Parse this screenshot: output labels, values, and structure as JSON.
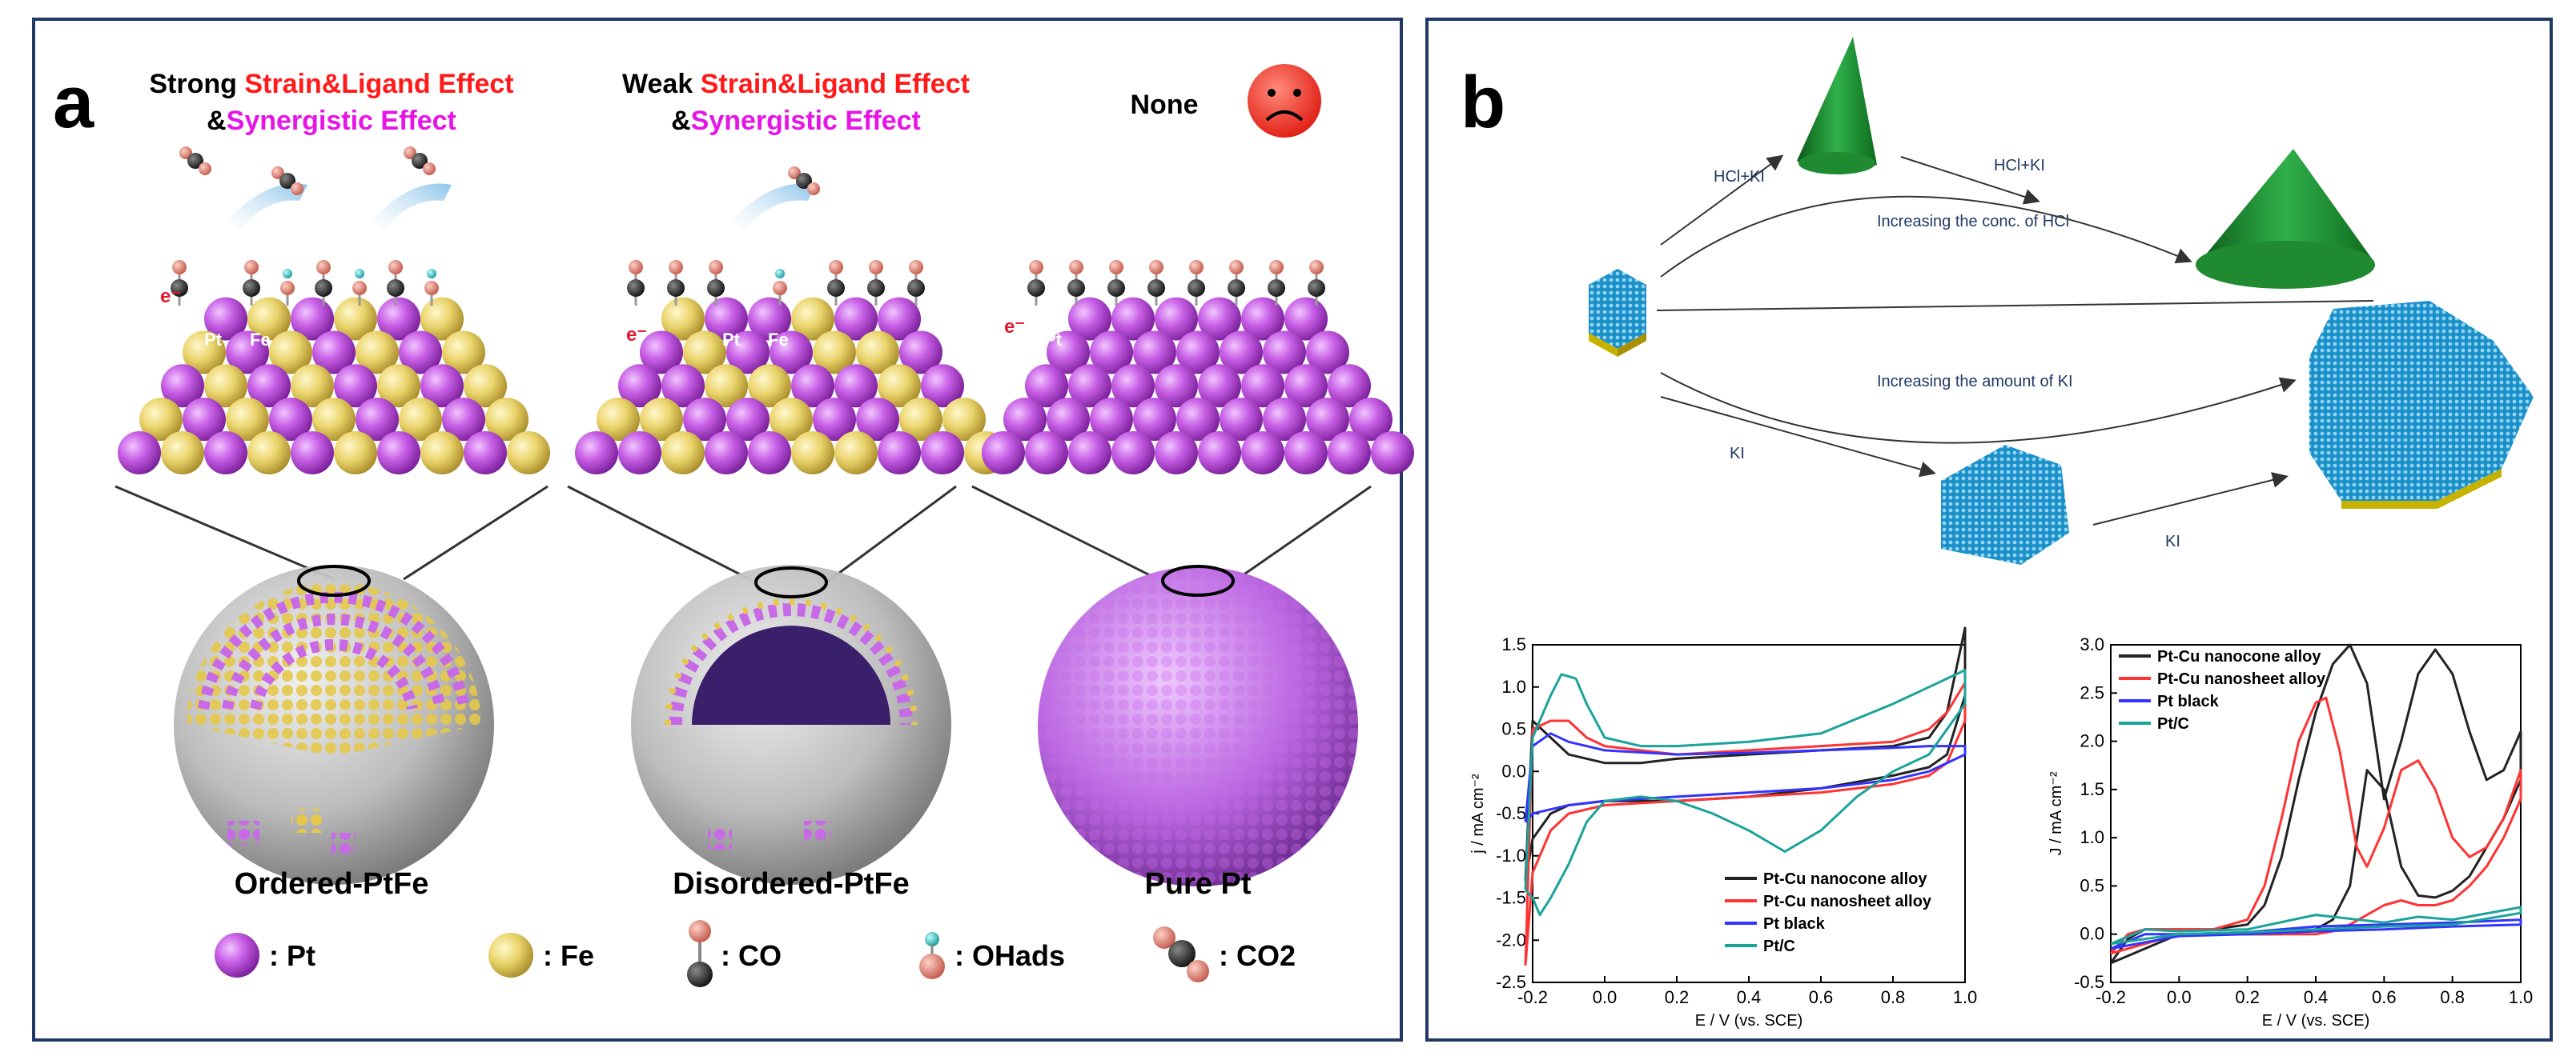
{
  "panel_a": {
    "label": "a",
    "headers": [
      {
        "prefix": "Strong ",
        "effect": "Strain&Ligand Effect",
        "amp": "&",
        "synergy": "Synergistic Effect"
      },
      {
        "prefix": "Weak ",
        "effect": "Strain&Ligand Effect",
        "amp": "&",
        "synergy": "Synergistic Effect"
      },
      {
        "text": "None"
      }
    ],
    "atom_labels": {
      "pt": "Pt",
      "fe": "Fe",
      "electron": "e⁻"
    },
    "captions": [
      "Ordered-PtFe",
      "Disordered-PtFe",
      "Pure Pt"
    ],
    "legend": [
      ": Pt",
      ": Fe",
      ": CO",
      ": OHads",
      ": CO2"
    ],
    "colors": {
      "pt": "#b84fd8",
      "fe": "#e8d36a",
      "co_o": "#d9786a",
      "co_c": "#333333",
      "oh_h": "#3cc6c6",
      "frame": "#1f3864"
    }
  },
  "panel_b": {
    "label": "b",
    "arrow_labels": [
      "HCl+KI",
      "HCl+KI",
      "Increasing the conc. of HCl",
      "Increasing the amount of KI",
      "KI",
      "KI"
    ]
  },
  "chart_data": [
    {
      "type": "line",
      "xlabel": "E / V (vs. SCE)",
      "ylabel": "j / mA cm⁻²",
      "xlim": [
        -0.2,
        1.0
      ],
      "ylim": [
        -2.5,
        1.5
      ],
      "xticks": [
        "-0.2",
        "0.0",
        "0.2",
        "0.4",
        "0.6",
        "0.8",
        "1.0"
      ],
      "yticks": [
        "1.5",
        "1.0",
        "0.5",
        "0.0",
        "-0.5",
        "-1.0",
        "-1.5",
        "-2.0",
        "-2.5"
      ],
      "legend_position": "bottom-right",
      "series": [
        {
          "name": "Pt-Cu nanocone alloy",
          "color": "#222222",
          "x": [
            -0.22,
            -0.2,
            -0.15,
            -0.1,
            0.0,
            0.1,
            0.2,
            0.4,
            0.6,
            0.8,
            0.9,
            0.95,
            1.0,
            1.0,
            0.95,
            0.9,
            0.8,
            0.6,
            0.4,
            0.2,
            0.0,
            -0.1,
            -0.15,
            -0.2,
            -0.22
          ],
          "y": [
            -1.3,
            0.6,
            0.4,
            0.2,
            0.1,
            0.1,
            0.15,
            0.2,
            0.25,
            0.3,
            0.4,
            0.7,
            1.7,
            0.9,
            0.2,
            0.05,
            -0.05,
            -0.2,
            -0.3,
            -0.35,
            -0.35,
            -0.4,
            -0.5,
            -0.8,
            -1.3
          ]
        },
        {
          "name": "Pt-Cu nanosheet alloy",
          "color": "#ff3333",
          "x": [
            -0.22,
            -0.2,
            -0.15,
            -0.1,
            -0.05,
            0.0,
            0.1,
            0.2,
            0.4,
            0.6,
            0.8,
            0.9,
            0.95,
            1.0,
            1.0,
            0.95,
            0.9,
            0.8,
            0.6,
            0.4,
            0.2,
            0.0,
            -0.1,
            -0.15,
            -0.2,
            -0.22
          ],
          "y": [
            -2.3,
            0.5,
            0.6,
            0.6,
            0.4,
            0.3,
            0.25,
            0.2,
            0.25,
            0.3,
            0.35,
            0.5,
            0.7,
            1.05,
            0.6,
            0.1,
            -0.05,
            -0.15,
            -0.25,
            -0.3,
            -0.35,
            -0.4,
            -0.5,
            -0.7,
            -1.2,
            -2.3
          ]
        },
        {
          "name": "Pt black",
          "color": "#3333ff",
          "x": [
            -0.22,
            -0.2,
            -0.15,
            -0.1,
            0.0,
            0.2,
            0.4,
            0.6,
            0.8,
            0.9,
            1.0,
            1.0,
            0.9,
            0.8,
            0.6,
            0.4,
            0.2,
            0.0,
            -0.1,
            -0.15,
            -0.2,
            -0.22
          ],
          "y": [
            -0.6,
            0.3,
            0.45,
            0.35,
            0.25,
            0.2,
            0.22,
            0.25,
            0.28,
            0.3,
            0.3,
            0.2,
            0.0,
            -0.1,
            -0.2,
            -0.25,
            -0.3,
            -0.35,
            -0.4,
            -0.45,
            -0.5,
            -0.6
          ]
        },
        {
          "name": "Pt/C",
          "color": "#1aa39a",
          "x": [
            -0.22,
            -0.2,
            -0.15,
            -0.12,
            -0.08,
            -0.05,
            0.0,
            0.1,
            0.2,
            0.4,
            0.6,
            0.8,
            0.9,
            1.0,
            1.0,
            0.9,
            0.8,
            0.7,
            0.6,
            0.5,
            0.4,
            0.3,
            0.2,
            0.1,
            0.0,
            -0.05,
            -0.1,
            -0.15,
            -0.18,
            -0.2,
            -0.22
          ],
          "y": [
            -1.4,
            0.4,
            0.9,
            1.15,
            1.1,
            0.8,
            0.4,
            0.3,
            0.3,
            0.35,
            0.45,
            0.8,
            1.0,
            1.2,
            0.8,
            0.2,
            0.0,
            -0.3,
            -0.7,
            -0.95,
            -0.7,
            -0.5,
            -0.35,
            -0.3,
            -0.35,
            -0.6,
            -1.1,
            -1.5,
            -1.7,
            -1.5,
            -1.4
          ]
        }
      ]
    },
    {
      "type": "line",
      "xlabel": "E / V (vs. SCE)",
      "ylabel": "J / mA cm⁻²",
      "xlim": [
        -0.2,
        1.0
      ],
      "ylim": [
        -0.5,
        3.0
      ],
      "xticks": [
        "-0.2",
        "0.0",
        "0.2",
        "0.4",
        "0.6",
        "0.8",
        "1.0"
      ],
      "yticks": [
        "3.0",
        "2.5",
        "2.0",
        "1.5",
        "1.0",
        "0.5",
        "0.0",
        "-0.5"
      ],
      "legend_position": "top-left",
      "series": [
        {
          "name": "Pt-Cu nanocone alloy",
          "color": "#222222",
          "x": [
            -0.2,
            -0.15,
            -0.1,
            0.0,
            0.1,
            0.2,
            0.25,
            0.3,
            0.35,
            0.4,
            0.45,
            0.5,
            0.55,
            0.6,
            0.65,
            0.7,
            0.75,
            0.8,
            0.85,
            0.9,
            0.95,
            1.0,
            1.0,
            0.95,
            0.9,
            0.85,
            0.8,
            0.75,
            0.7,
            0.65,
            0.6,
            0.55,
            0.5,
            0.45,
            0.4,
            0.3,
            0.2,
            0.0,
            -0.2
          ],
          "y": [
            -0.3,
            -0.05,
            0.05,
            0.05,
            0.05,
            0.1,
            0.3,
            0.8,
            1.6,
            2.3,
            2.8,
            3.0,
            2.6,
            1.4,
            2.0,
            2.7,
            2.95,
            2.7,
            2.1,
            1.6,
            1.7,
            2.1,
            1.6,
            1.2,
            0.9,
            0.6,
            0.45,
            0.38,
            0.4,
            0.7,
            1.5,
            1.7,
            0.5,
            0.15,
            0.05,
            0.0,
            0.0,
            0.0,
            -0.3
          ]
        },
        {
          "name": "Pt-Cu nanosheet alloy",
          "color": "#ff3333",
          "x": [
            -0.2,
            -0.15,
            -0.1,
            0.0,
            0.1,
            0.2,
            0.25,
            0.3,
            0.35,
            0.4,
            0.43,
            0.47,
            0.52,
            0.55,
            0.6,
            0.65,
            0.7,
            0.75,
            0.8,
            0.85,
            0.9,
            0.95,
            1.0,
            1.0,
            0.95,
            0.9,
            0.85,
            0.8,
            0.75,
            0.7,
            0.65,
            0.6,
            0.5,
            0.45,
            0.4,
            0.2,
            0.0,
            -0.2
          ],
          "y": [
            -0.2,
            0.0,
            0.05,
            0.05,
            0.05,
            0.15,
            0.5,
            1.2,
            2.0,
            2.4,
            2.45,
            1.9,
            0.9,
            0.7,
            1.1,
            1.7,
            1.8,
            1.5,
            1.0,
            0.8,
            0.9,
            1.2,
            1.7,
            1.4,
            1.0,
            0.7,
            0.5,
            0.35,
            0.3,
            0.3,
            0.35,
            0.3,
            0.1,
            0.03,
            0.0,
            0.0,
            0.0,
            -0.2
          ]
        },
        {
          "name": "Pt black",
          "color": "#3333ff",
          "x": [
            -0.2,
            -0.1,
            0.0,
            0.2,
            0.4,
            0.6,
            0.8,
            1.0,
            1.0,
            0.8,
            0.6,
            0.4,
            0.2,
            0.0,
            -0.2
          ],
          "y": [
            -0.15,
            0.0,
            0.0,
            0.02,
            0.08,
            0.1,
            0.12,
            0.15,
            0.1,
            0.08,
            0.05,
            0.03,
            0.0,
            -0.02,
            -0.15
          ]
        },
        {
          "name": "Pt/C",
          "color": "#1aa39a",
          "x": [
            -0.2,
            -0.1,
            0.0,
            0.2,
            0.4,
            0.6,
            0.7,
            0.8,
            1.0,
            1.0,
            0.8,
            0.6,
            0.4,
            0.2,
            0.0,
            -0.2
          ],
          "y": [
            -0.1,
            0.05,
            0.03,
            0.05,
            0.2,
            0.12,
            0.18,
            0.15,
            0.28,
            0.22,
            0.1,
            0.08,
            0.05,
            0.02,
            0.0,
            -0.1
          ]
        }
      ]
    }
  ]
}
